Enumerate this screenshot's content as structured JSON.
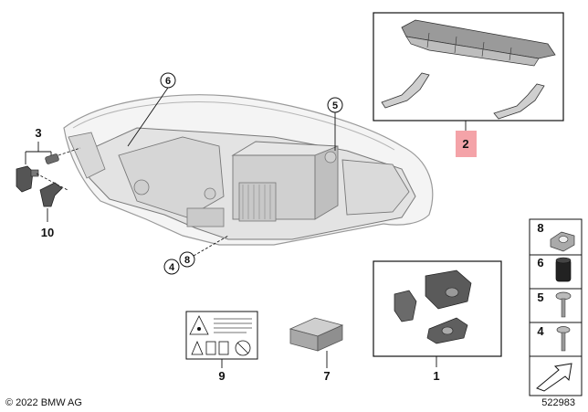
{
  "callouts": {
    "c1": "1",
    "c2": "2",
    "c3": "3",
    "c4": "4",
    "c5": "5",
    "c6": "6",
    "c7": "7",
    "c8": "8",
    "c9": "9",
    "c10": "10"
  },
  "side_parts": {
    "p8": "8",
    "p6": "6",
    "p5": "5",
    "p4": "4"
  },
  "copyright": "© 2022 BMW AG",
  "diagram_number": "522983",
  "colors": {
    "highlight": "#f4a3a8",
    "line": "#111111",
    "part_fill": "#d9d9d9",
    "part_dark": "#8a8a8a"
  }
}
